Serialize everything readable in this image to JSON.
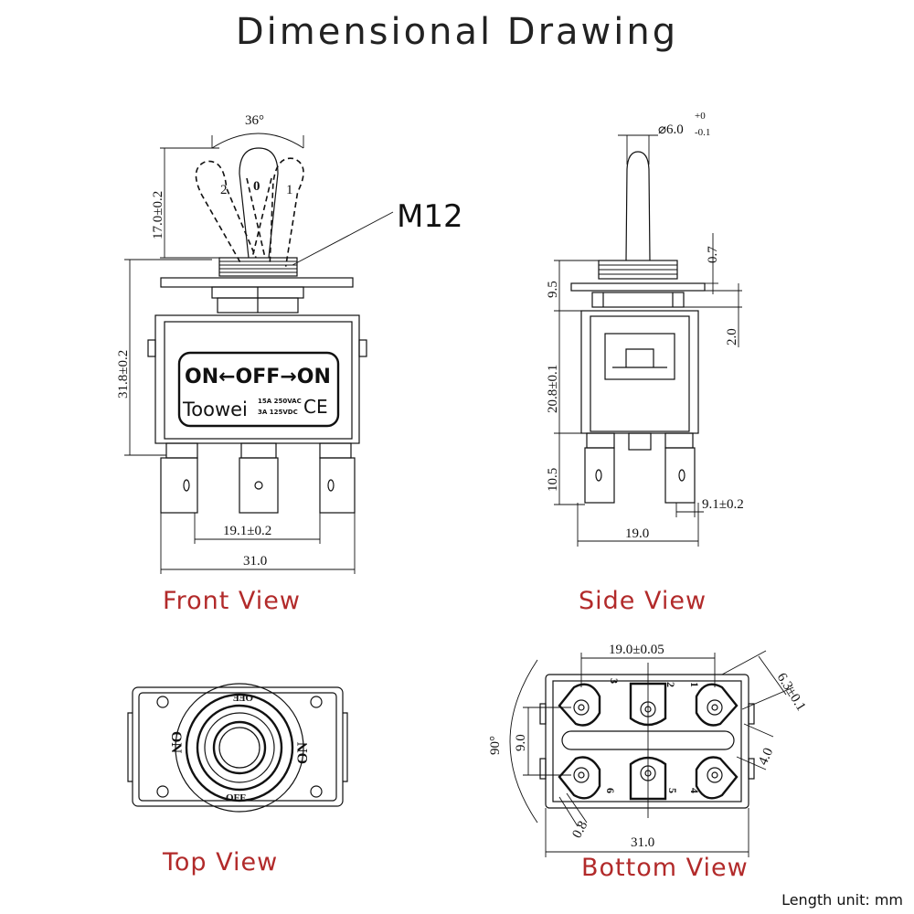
{
  "title": "Dimensional Drawing",
  "unit_note": "Length unit: mm",
  "front_view": {
    "label": "Front View",
    "angle": "36°",
    "lever_height": "17.0±0.2",
    "thread": "M12",
    "body_height": "31.8±0.2",
    "pitch": "19.1±0.2",
    "width": "31.0",
    "positions": [
      "2",
      "0",
      "1"
    ],
    "panel_text": "ON←OFF→ON",
    "brand": "Toowei",
    "rating_line1": "15A 250VAC",
    "rating_line2": "3A 125VDC",
    "ce_mark": "CE"
  },
  "side_view": {
    "label": "Side View",
    "lever_dia": "⌀6.0",
    "lever_tol_upper": "+0",
    "lever_tol_lower": "-0.1",
    "bushing_height": "9.5",
    "nut_thickness": "0.7",
    "plate_thickness": "2.0",
    "body_height": "20.8±0.1",
    "terminal_length": "10.5",
    "terminal_width": "9.1±0.2",
    "body_width": "19.0"
  },
  "top_view": {
    "label": "Top View",
    "marks": [
      "OFF",
      "ON",
      "ON",
      "OFF"
    ]
  },
  "bottom_view": {
    "label": "Bottom View",
    "pitch_x": "19.0±0.05",
    "pitch_y": "9.0",
    "angle": "90°",
    "terminal_width": "6.3±0.1",
    "terminal_thickness": "4.0",
    "terminal_gap": "0.8",
    "width": "31.0",
    "pin_numbers": [
      "3",
      "2",
      "1",
      "6",
      "5",
      "4"
    ]
  }
}
